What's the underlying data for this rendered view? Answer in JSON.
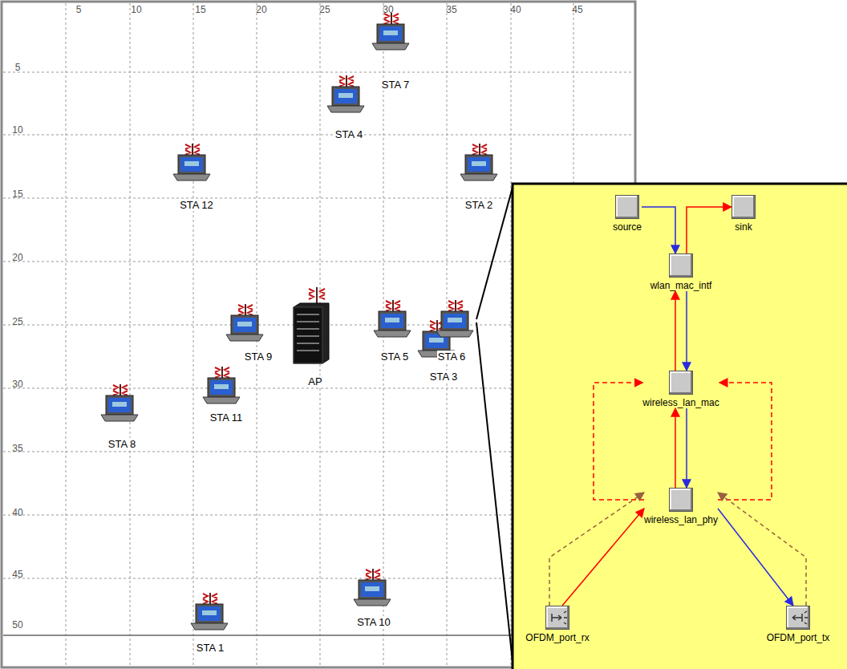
{
  "diagram": {
    "nodes": [
      {
        "text": [
          "source"
        ]
      },
      {
        "text": [
          "sink"
        ]
      },
      {
        "text": [
          "wlan_mac_intf"
        ]
      },
      {
        "text": [
          "wireless_lan_mac"
        ]
      },
      {
        "text": [
          "wireless_lan_phy"
        ]
      },
      {
        "text": [
          "OFDM_port_rx"
        ]
      },
      {
        "text": [
          "OFDM_port_tx"
        ]
      }
    ],
    "edges": [
      {
        "from": 0,
        "to": 2,
        "arrow": "to"
      },
      {
        "from": 2,
        "to": 1,
        "arrow": "to"
      },
      {
        "from": 2,
        "to": 3,
        "arrow": "to"
      },
      {
        "from": 3,
        "to": 2,
        "arrow": "to"
      },
      {
        "from": 3,
        "to": 4,
        "arrow": "to"
      },
      {
        "from": 4,
        "to": 3,
        "arrow": "to"
      },
      {
        "from": 4,
        "to": 3,
        "arrow": "to"
      },
      {
        "from": 4,
        "to": 3,
        "arrow": "to"
      },
      {
        "from": 5,
        "to": 4,
        "arrow": "to"
      },
      {
        "from": 5,
        "to": 4,
        "arrow": "to"
      },
      {
        "from": 4,
        "to": 6,
        "arrow": "to"
      },
      {
        "from": 6,
        "to": 4,
        "arrow": "to"
      }
    ],
    "labels": [
      "5",
      "10",
      "15",
      "20",
      "25",
      "30",
      "35",
      "40",
      "45",
      "5",
      "10",
      "15",
      "20",
      "25",
      "30",
      "35",
      "40",
      "45",
      "50",
      "STA 7",
      "STA 4",
      "STA 12",
      "STA 2",
      "STA 9",
      "AP",
      "STA 5",
      "STA 6",
      "STA 3",
      "STA 11",
      "STA 8",
      "STA 1",
      "STA 10"
    ]
  }
}
